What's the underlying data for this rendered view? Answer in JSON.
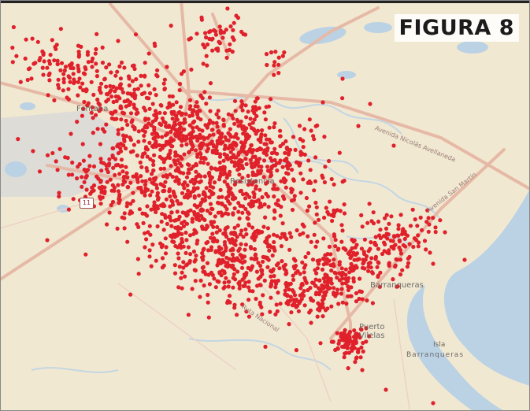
{
  "figure": {
    "title": "FIGURA 8"
  },
  "map": {
    "colors": {
      "land": "#f1e8d2",
      "water": "#bad2e4",
      "river": "#c3d6e3",
      "urban": "#d9d8d3",
      "road": "#e6b9a6",
      "points": "#e0202a"
    },
    "labels": {
      "fontana": "Fontana",
      "resistencia": "Resistencia",
      "barranqueras": "Barranqueras",
      "puerto_line1": "Puerto",
      "puerto_line2": "Vilelas",
      "isla_line1": "Isla",
      "isla_line2": "Barranqueras"
    },
    "roads": {
      "avellaneda": "Avenida Nicolás Avellaneda",
      "san_martin": "Avenida San Martín",
      "nacional": "Ruta Nacional",
      "hwy": "11"
    },
    "legend_marker_icon": "highway-shield-icon"
  }
}
